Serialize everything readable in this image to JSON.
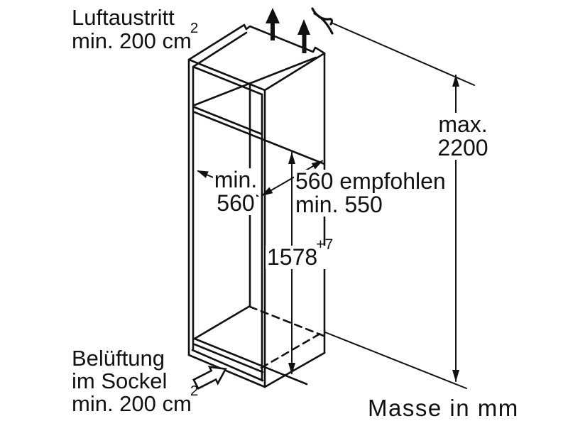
{
  "diagram_type": "appliance built-in niche installation drawing",
  "units": "mm",
  "colors": {
    "line": "#111111",
    "background": "#ffffff"
  },
  "labels": {
    "air_outlet": {
      "line1": "Luftaustritt",
      "line2": "min. 200 cm",
      "sup": "2"
    },
    "niche_width": {
      "line1": "min.",
      "line2": "560"
    },
    "niche_depth": {
      "line1": "560 empfohlen",
      "line2": "min. 550"
    },
    "niche_height": {
      "value": "1578",
      "tolerance": "+7"
    },
    "max_height": {
      "line1": "max.",
      "line2": "2200"
    },
    "base_vent": {
      "line1": "Belüftung",
      "line2": "im Sockel",
      "line3": "min. 200 cm",
      "sup": "2"
    },
    "units_note": "Masse in mm"
  },
  "symbols": {
    "airflow_arrow_1": "solid up arrow (air outlet at top)",
    "airflow_arrow_2": "solid up arrow (air outlet at top)",
    "vent_curl": "curved air-flow symbol at top right of cabinet",
    "base_vent_arrow": "hollow arrow pointing into plinth vent"
  }
}
